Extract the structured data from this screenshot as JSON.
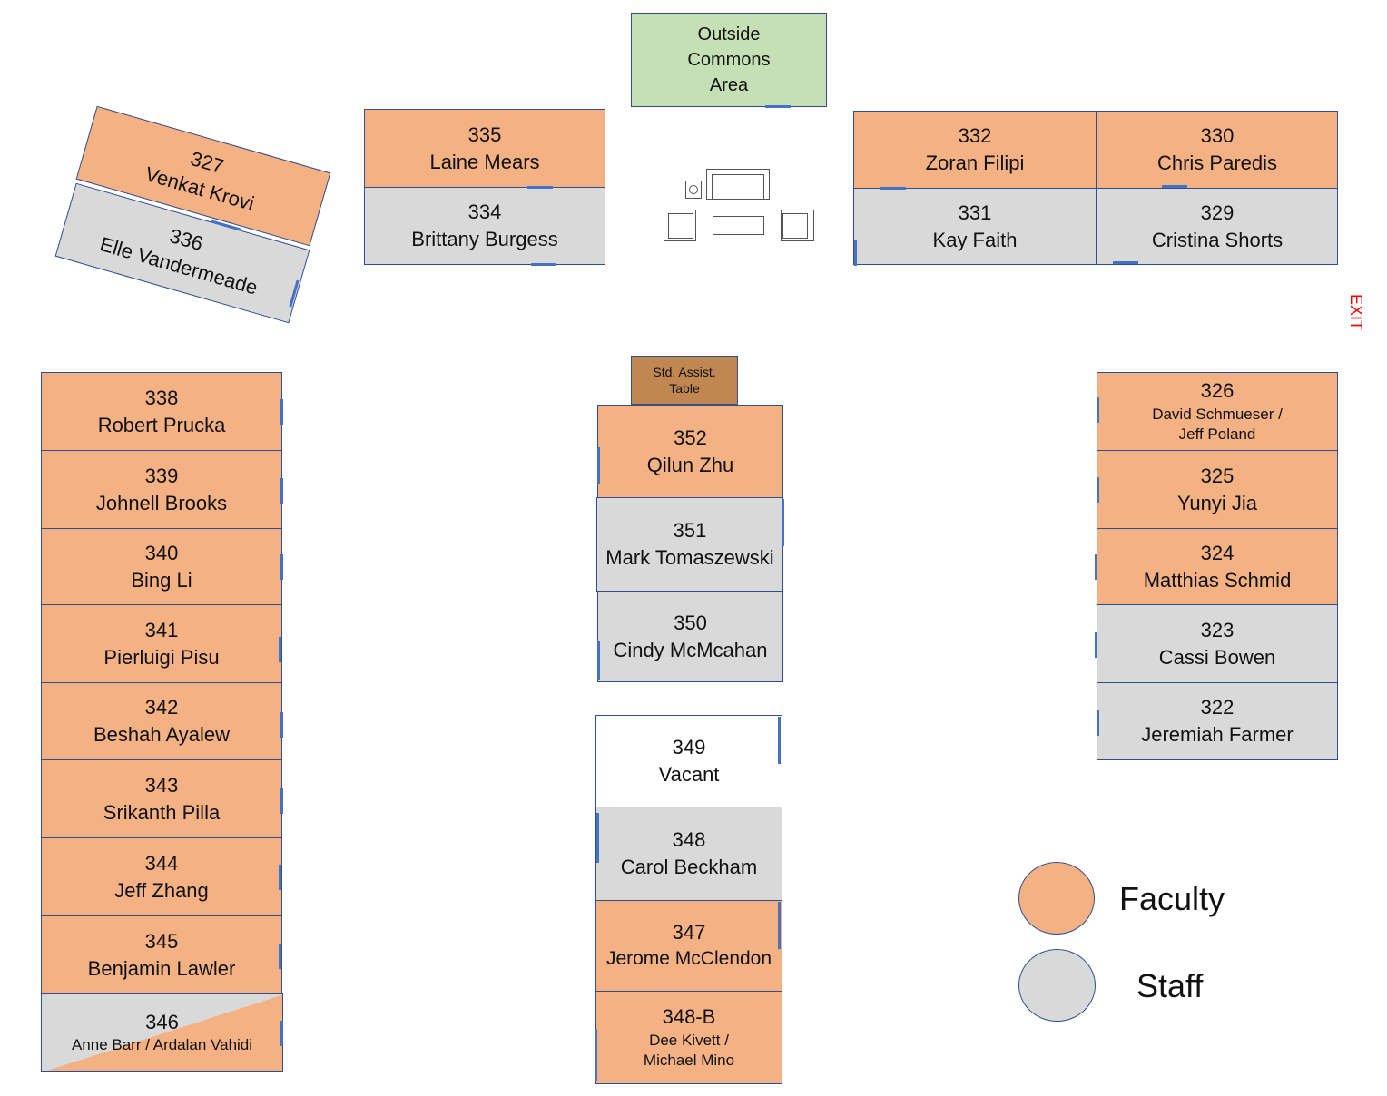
{
  "commons": {
    "label_lines": [
      "Outside",
      "Commons",
      "Area"
    ]
  },
  "std_table": {
    "label_lines": [
      "Std. Assist.",
      "Table"
    ]
  },
  "exit_label": "EXIT",
  "legend": {
    "faculty": "Faculty",
    "staff": "Staff"
  },
  "colors": {
    "faculty": "#f4b183",
    "staff": "#d9d9d9",
    "vacant": "#ffffff",
    "commons": "#c5e0b4",
    "table": "#c08850",
    "door": "#4472c4",
    "exit": "#ff0000"
  },
  "rooms": {
    "r327": {
      "number": "327",
      "name": "Venkat Krovi",
      "type": "faculty"
    },
    "r336": {
      "number": "336",
      "name": "Elle Vandermeade",
      "type": "staff"
    },
    "r335": {
      "number": "335",
      "name": "Laine Mears",
      "type": "faculty"
    },
    "r334": {
      "number": "334",
      "name": "Brittany Burgess",
      "type": "staff"
    },
    "r332": {
      "number": "332",
      "name": "Zoran Filipi",
      "type": "faculty"
    },
    "r330": {
      "number": "330",
      "name": "Chris Paredis",
      "type": "faculty"
    },
    "r331": {
      "number": "331",
      "name": "Kay Faith",
      "type": "staff"
    },
    "r329": {
      "number": "329",
      "name": "Cristina Shorts",
      "type": "staff"
    },
    "r338": {
      "number": "338",
      "name": "Robert Prucka",
      "type": "faculty"
    },
    "r339": {
      "number": "339",
      "name": "Johnell Brooks",
      "type": "faculty"
    },
    "r340": {
      "number": "340",
      "name": "Bing Li",
      "type": "faculty"
    },
    "r341": {
      "number": "341",
      "name": "Pierluigi Pisu",
      "type": "faculty"
    },
    "r342": {
      "number": "342",
      "name": "Beshah Ayalew",
      "type": "faculty"
    },
    "r343": {
      "number": "343",
      "name": "Srikanth Pilla",
      "type": "faculty"
    },
    "r344": {
      "number": "344",
      "name": "Jeff Zhang",
      "type": "faculty"
    },
    "r345": {
      "number": "345",
      "name": "Benjamin Lawler",
      "type": "faculty"
    },
    "r346": {
      "number": "346",
      "name": "Anne Barr / Ardalan Vahidi",
      "type": "staff/faculty"
    },
    "r352": {
      "number": "352",
      "name": "Qilun Zhu",
      "type": "faculty"
    },
    "r351": {
      "number": "351",
      "name": "Mark Tomaszewski",
      "type": "staff"
    },
    "r350": {
      "number": "350",
      "name": "Cindy McMcahan",
      "type": "staff"
    },
    "r349": {
      "number": "349",
      "name": "Vacant",
      "type": "vacant"
    },
    "r348": {
      "number": "348",
      "name": "Carol Beckham",
      "type": "staff"
    },
    "r347": {
      "number": "347",
      "name": "Jerome McClendon",
      "type": "faculty"
    },
    "r348b": {
      "number": "348-B",
      "name_lines": [
        "Dee Kivett /",
        "Michael Mino"
      ],
      "type": "faculty"
    },
    "r326": {
      "number": "326",
      "name_lines": [
        "David Schmueser /",
        "Jeff Poland"
      ],
      "type": "faculty"
    },
    "r325": {
      "number": "325",
      "name": "Yunyi Jia",
      "type": "faculty"
    },
    "r324": {
      "number": "324",
      "name": "Matthias Schmid",
      "type": "faculty"
    },
    "r323": {
      "number": "323",
      "name": "Cassi Bowen",
      "type": "staff"
    },
    "r322": {
      "number": "322",
      "name": "Jeremiah Farmer",
      "type": "staff"
    }
  }
}
